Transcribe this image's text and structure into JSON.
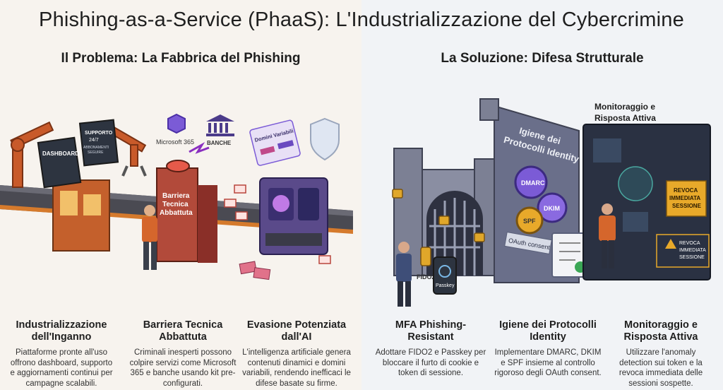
{
  "title_main": "Phishing-as-a-Service (PhaaS)",
  "title_rest": ": L'Industrializzazione del Cybercrimine",
  "left_section": "Il Problema: La Fabbrica del Phishing",
  "right_section": "La Soluzione: Difesa Strutturale",
  "illustration": {
    "dashboard": "DASHBOARD",
    "support_l1": "SUPPORTO",
    "support_l2": "24/7",
    "support_l3": "ABBONAMENTI",
    "support_l4": "SEGUIRE",
    "ms365": "Microsoft 365",
    "banche": "BANCHE",
    "barrier_l1": "Barriera",
    "barrier_l2": "Tecnica",
    "barrier_l3": "Abbattuta",
    "domini": "Domini Variabili",
    "igiene_l1": "Igiene dei",
    "igiene_l2": "Protocolli Identity",
    "dmarc": "DMARC",
    "dkim": "DKIM",
    "spf": "SPF",
    "oauth": "OAuth consent",
    "fido2": "FIDO2",
    "passkey": "Passkey",
    "monitor_l1": "Monitoraggio e",
    "monitor_l2": "Risposta Attiva",
    "revoca_l1": "REVOCA",
    "revoca_l2": "IMMEDIATA",
    "revoca_l3": "SESSIONE"
  },
  "cards": [
    {
      "title": "Industrializzazione dell'Inganno",
      "text": "Piattaforme pronte all'uso offrono dashboard, supporto e aggiornamenti continui per campagne scalabili."
    },
    {
      "title": "Barriera Tecnica Abbattuta",
      "text": "Criminali inesperti possono colpire servizi come Microsoft 365 e banche usando kit pre-configurati."
    },
    {
      "title": "Evasione Potenziata dall'AI",
      "text": "L'intelligenza artificiale genera contenuti dinamici e domini variabili, rendendo inefficaci le difese basate su firme."
    },
    {
      "title": "MFA Phishing-Resistant",
      "text": "Adottare FIDO2 e Passkey per bloccare il furto di cookie e token di sessione."
    },
    {
      "title": "Igiene dei Protocolli Identity",
      "text": "Implementare DMARC, DKIM e SPF insieme al controllo rigoroso degli OAuth consent."
    },
    {
      "title": "Monitoraggio e Risposta Attiva",
      "text": "Utilizzare l'anomaly detection sui token e la revoca immediata delle sessioni sospette."
    }
  ]
}
